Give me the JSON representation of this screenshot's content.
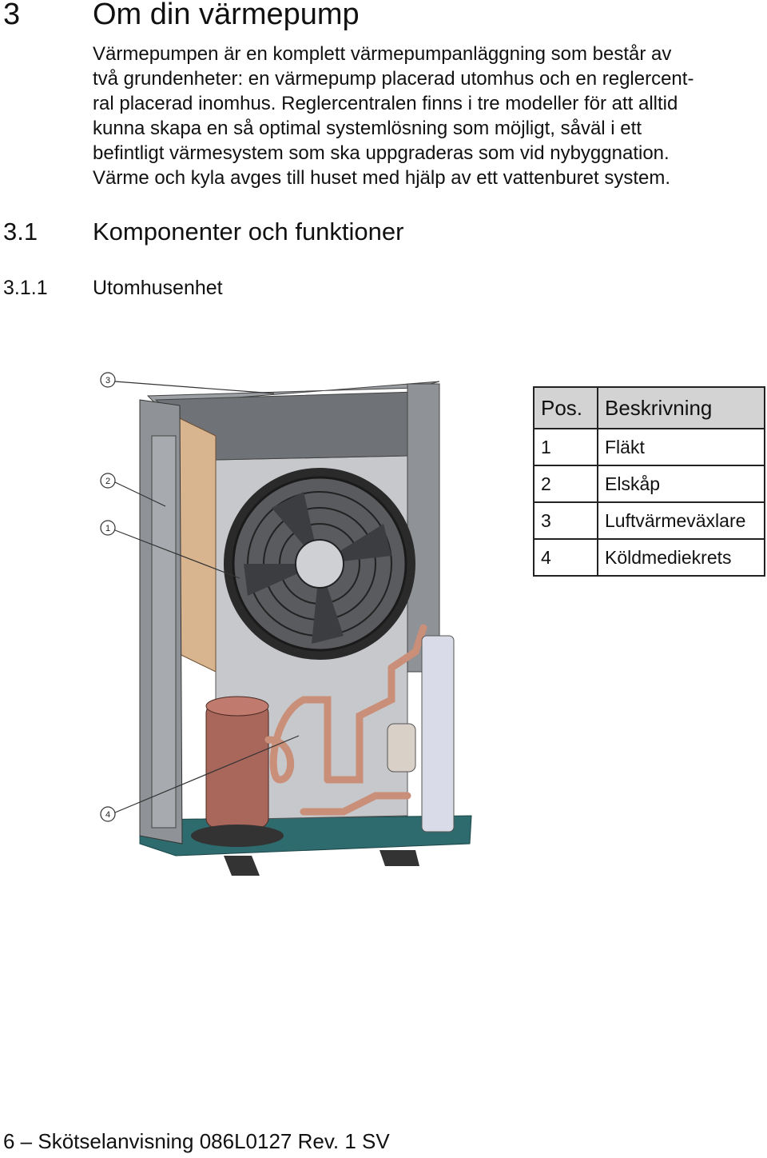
{
  "chapter": {
    "number": "3",
    "title": "Om din värmepump"
  },
  "intro_lines": [
    "Värmepumpen är en komplett värmepumpanläggning som består av",
    "två grundenheter: en värmepump placerad utomhus och en reglercent-",
    "ral placerad inomhus. Reglercentralen finns i tre modeller för att alltid",
    "kunna skapa en så optimal systemlösning som möjligt, såväl i ett",
    "befintligt värmesystem som ska uppgraderas som vid nybyggnation.",
    "Värme och kyla avges till huset med hjälp av ett vattenburet system."
  ],
  "section": {
    "number": "3.1",
    "title": "Komponenter och funktioner"
  },
  "subsection": {
    "number": "3.1.1",
    "title": "Utomhusenhet"
  },
  "figure": {
    "callouts": [
      "3",
      "2",
      "1",
      "4"
    ],
    "colors": {
      "frame": "#8f9296",
      "base": "#2e6b6e",
      "compressor": "#a9665a",
      "pipe": "#c98f78",
      "exchanger": "#d9dbe8"
    }
  },
  "table": {
    "headers": [
      "Pos.",
      "Beskrivning"
    ],
    "rows": [
      [
        "1",
        "Fläkt"
      ],
      [
        "2",
        "Elskåp"
      ],
      [
        "3",
        "Luftvärmeväxlare"
      ],
      [
        "4",
        "Köldmediekrets"
      ]
    ]
  },
  "footer": "6 – Skötselanvisning 086L0127 Rev. 1 SV"
}
